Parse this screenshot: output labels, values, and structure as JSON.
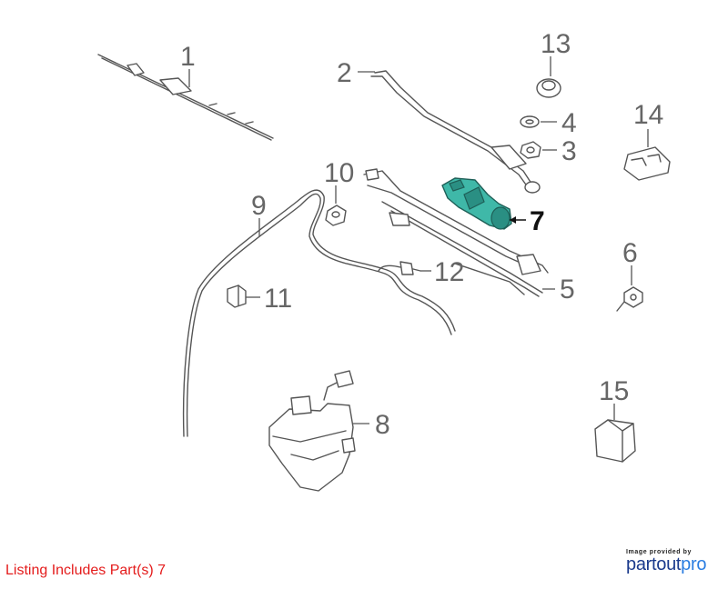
{
  "diagram": {
    "highlight_color": "#3fb8a8",
    "callouts": [
      {
        "id": "1",
        "label": "1"
      },
      {
        "id": "2",
        "label": "2"
      },
      {
        "id": "3",
        "label": "3"
      },
      {
        "id": "4",
        "label": "4"
      },
      {
        "id": "5",
        "label": "5"
      },
      {
        "id": "6",
        "label": "6"
      },
      {
        "id": "7",
        "label": "7",
        "highlighted": true
      },
      {
        "id": "8",
        "label": "8"
      },
      {
        "id": "9",
        "label": "9"
      },
      {
        "id": "10",
        "label": "10"
      },
      {
        "id": "11",
        "label": "11"
      },
      {
        "id": "12",
        "label": "12"
      },
      {
        "id": "13",
        "label": "13"
      },
      {
        "id": "14",
        "label": "14"
      },
      {
        "id": "15",
        "label": "15"
      }
    ]
  },
  "listing": {
    "text": "Listing Includes Part(s) 7",
    "color": "#e41c1c"
  },
  "credit": {
    "caption": "Image provided by",
    "logo_part1": "partout",
    "logo_part2": "pro",
    "logo_color": "#1a3a8c",
    "logo_accent_color": "#2a7de1"
  }
}
